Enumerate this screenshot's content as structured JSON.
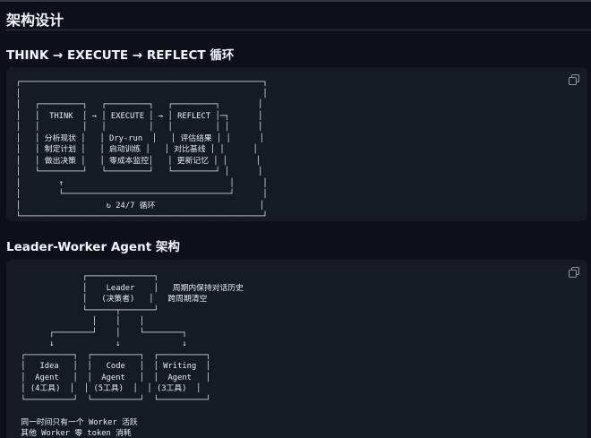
{
  "page": {
    "title": "架构设计"
  },
  "section1": {
    "heading": "THINK → EXECUTE → REFLECT 循环",
    "code": "┌───────────────────────────────────────────────────┐\n│                                                   │\n│   ┌─────────┐   ┌─────────┐   ┌─────────┐        │\n│   │  THINK  │ → │ EXECUTE │ → │ REFLECT │─┐      │\n│   │         │   │         │   │         │ │      │\n│   │ 分析现状 │   │ Dry-run  │   │ 评估结果 │ │      │\n│   │ 制定计划 │   │ 启动训练 │   │ 对比基线 │ │      │\n│   │ 做出决策 │   │ 零成本监控│   │ 更新记忆 │ │      │\n│   └─────────┘   └─────────┘   └─────────┘ │      │\n│        ↑                                   │      │\n│        └───────────────────────────────────┘      │\n│                  ↻ 24/7 循环                      │\n└───────────────────────────────────────────────────┘",
    "copy_icon": "copy-icon"
  },
  "section2": {
    "heading": "Leader-Worker Agent 架构",
    "code": "              ┌──────────────┐\n              │    Leader    │   周期内保持对话历史\n              │   (决策者)   │   跨周期清空\n              └──────┬───────┘\n                │    │    │\n       ┌────────┘    │    └────────┐\n       ↓             ↓             ↓\n ┌──────────┐  ┌──────────┐  ┌──────────┐\n │   Idea   │  │   Code   │  │ Writing  │\n │  Agent   │  │  Agent   │  │  Agent   │\n │ (4工具)  │  │ (5工具)  │  │ (3工具)  │\n └──────────┘  └──────────┘  └──────────┘\n\n 同一时间只有一个 Worker 活跃\n 其他 Worker 零 token 消耗",
    "copy_icon": "copy-icon"
  }
}
